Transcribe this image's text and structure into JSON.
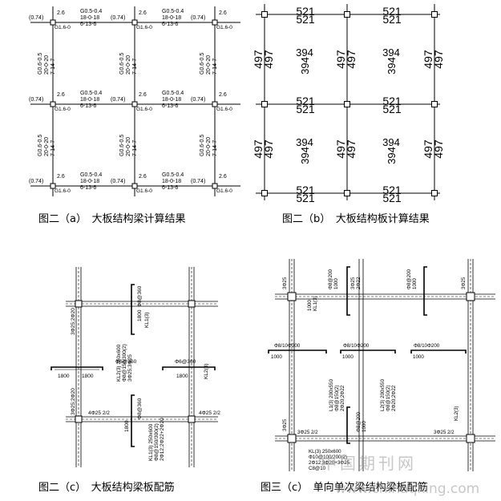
{
  "captions": {
    "a": "图二（a）　大板结构梁计算结果",
    "b": "图二（b）　大板结构板计算结果",
    "c": "图二（c）　大板结构梁板配筋",
    "d": "图三（c）　单向单次梁结构梁板配筋"
  },
  "panel_a": {
    "node_labels": {
      "axial": "(0.74)",
      "n26": "2.6",
      "g16": "G1.6-0"
    },
    "top_beam": {
      "l1": "G0.5-0.4",
      "l2": "18-0-18",
      "l3": "6-13-6"
    },
    "side_beam": {
      "l1": "G0.6-0.5",
      "l2": "20-0-20",
      "l3": "7-14-7"
    }
  },
  "panel_b": {
    "h_edge": "521",
    "v_edge": "497",
    "center": "394"
  },
  "panel_c": {
    "phi_vertical": "Φ8@360",
    "dim_1800": "1800",
    "kl1_3": "KL1(3)",
    "kl2_3": "KL2(3)",
    "phi_h": "Φ6@360",
    "kl2_spec": "KL2(3) 250x600",
    "kl2_spec2": "Φ8@150/300(2)",
    "kl2_spec3": "3Φ25;3Φ25",
    "col_3d25_2d20": "3Φ25;2Φ20",
    "col_4d25": "4Φ25 2/2",
    "kl1_spec": "KL1(3) 250x600",
    "kl1_spec2": "Φ8@150/300(2)",
    "kl1_spec3": "2Φ12;2Φ22+2Φ20"
  },
  "panel_d": {
    "d3_25": "3Φ25",
    "d2_22": "2Φ22",
    "phi8_200": "Φ8@200",
    "dim_1000": "1000",
    "kl1_3": "KL1(3)",
    "phi8_10_200": "Φ8/10Φ200",
    "l1_spec": "L1(3) 200x550",
    "l1_spec2": "Φ8@150(2)",
    "l1_spec3": "2Φ20;2Φ22",
    "l2_spec": "L2(3) 200x550",
    "l2_spec2": "Φ8@150(2)",
    "l2_spec3": "2Φ20;2Φ22",
    "kl2_3": "KL2(3)",
    "d3_25_2_2": "3Φ25 2/2",
    "kl_bottom": "KL(3) 250x600",
    "kl_bottom2": "Φ10@100/200(2)",
    "kl_bottom3": "2Φ12;3Φ20+3Φ25",
    "phi10": "C8@10"
  },
  "watermarks": {
    "cn": "中国期刊网",
    "url": "www.chinaqking.com"
  }
}
